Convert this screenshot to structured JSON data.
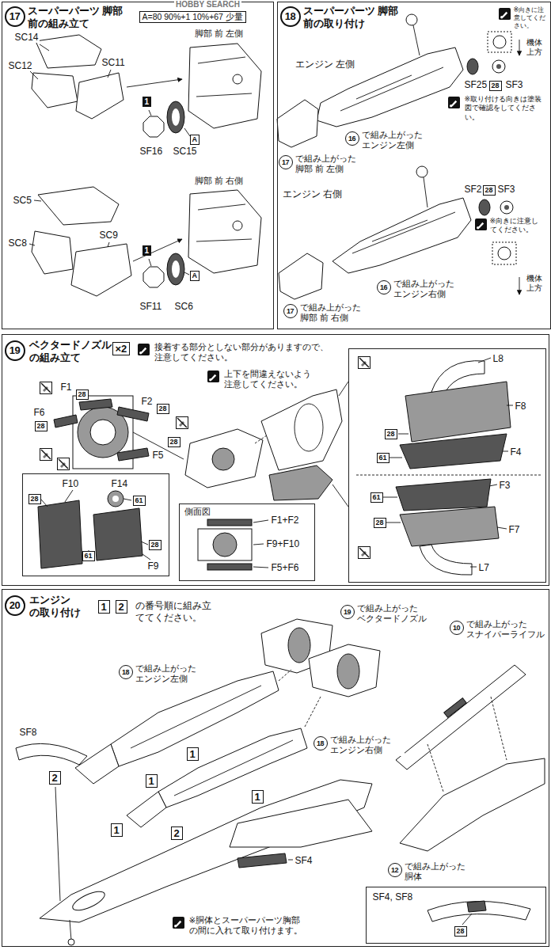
{
  "diagram": {
    "nodes": [
      {
        "text": [
          "17",
          "スーパーパーツ 脚部 前の組み立て",
          "A=80 90%+1 10%+67 少量",
          "SC14",
          "SC12",
          "SC11",
          "脚部 前 左側",
          "1",
          "A",
          "SC15",
          "SF16",
          "脚部 前 右側",
          "SC5",
          "SC8",
          "SC9",
          "1",
          "SC6",
          "A",
          "SF11"
        ]
      },
      {
        "text": [
          "18",
          "スーパーパーツ 脚部 前の取り付け",
          "※向きに注意してください。",
          "機体 上方",
          "エンジン 左側",
          "SF25",
          "28",
          "SF3",
          "※取り付ける向きは塗装図で確認をしてください。",
          "16",
          "で組み上がった エンジン左側",
          "17",
          "で組み上がった 脚部 前 左側",
          "エンジン 右側",
          "SF2",
          "28",
          "SF3",
          "※向きに注意してください。",
          "機体 上方",
          "16",
          "で組み上がった エンジン右側",
          "17",
          "で組み上がった 脚部 前 右側"
        ]
      },
      {
        "text": [
          "19",
          "ベクタードノズル の組み立て",
          "×2",
          "接着する部分としない部分がありますので、注意してください。",
          "上下を間違えないよう注意してください。",
          "F1",
          "28",
          "F2",
          "28",
          "F6",
          "28",
          "28",
          "F5"
        ]
      },
      {
        "text": [
          "F10",
          "28",
          "F14",
          "61",
          "61",
          "28",
          "F9"
        ],
        "in": 2
      },
      {
        "text": [
          "側面図",
          "F1+F2",
          "F9+F10",
          "F5+F6"
        ],
        "in": 2
      },
      {
        "text": [
          "L8",
          "F8",
          "28",
          "F4",
          "61",
          "61",
          "F3",
          "28",
          "F7",
          "L7"
        ],
        "in": 2
      },
      {
        "text": [
          "20",
          "エンジン の取り付け",
          "1",
          "2",
          "の番号順に組み立ててください。",
          "19",
          "で組み上がった ベクタードノズル",
          "10",
          "で組み上がった スナイパーライフル",
          "18",
          "で組み上がった エンジン左側",
          "SF8",
          "2",
          "1",
          "1",
          "18",
          "で組み上がった エンジン右側",
          "1",
          "1",
          "2",
          "SF4",
          "12",
          "で組み上がった 胴体",
          "※胴体とスーパーパーツ胸部の間に入れて取り付けます。"
        ]
      },
      {
        "text": [
          "SF4, SF8",
          "28"
        ],
        "in": 6
      }
    ],
    "labels": [
      "HOBBY SEARCH"
    ]
  }
}
